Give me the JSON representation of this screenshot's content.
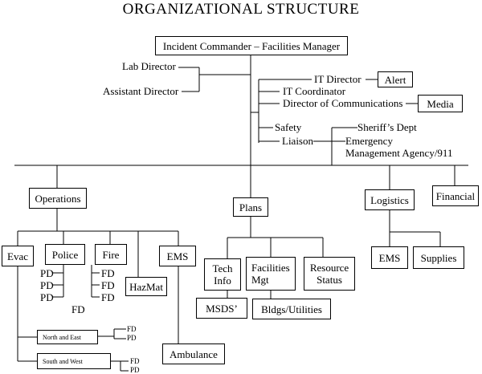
{
  "title": "ORGANIZATIONAL STRUCTURE",
  "top": {
    "incident_commander": "Incident Commander – Facilities Manager",
    "lab_director": "Lab Director",
    "assistant_director": "Assistant Director",
    "it_director": "IT Director",
    "alert": "Alert",
    "it_coordinator": "IT Coordinator",
    "dir_communications": "Director of Communications",
    "media": "Media",
    "safety": "Safety",
    "liaison": "Liaison",
    "sheriffs_dept": "Sheriff’s Dept",
    "emergency_line1": "Emergency",
    "emergency_line2": "Management Agency/911"
  },
  "sections": {
    "operations": "Operations",
    "plans": "Plans",
    "logistics": "Logistics",
    "financial": "Financial"
  },
  "operations": {
    "evac": "Evac",
    "police": "Police",
    "fire": "Fire",
    "hazmat": "HazMat",
    "ems": "EMS",
    "ambulance": "Ambulance",
    "pd": "PD",
    "fd": "FD",
    "north_east": "North and East",
    "south_west": "South and West"
  },
  "plans": {
    "tech_info_line1": "Tech",
    "tech_info_line2": "Info",
    "facilities_mgt_line1": "Facilities",
    "facilities_mgt_line2": "Mgt",
    "resource_status_line1": "Resource",
    "resource_status_line2": "Status",
    "msds": "MSDS’",
    "bldgs_utilities": "Bldgs/Utilities"
  },
  "logistics": {
    "ems": "EMS",
    "supplies": "Supplies"
  }
}
